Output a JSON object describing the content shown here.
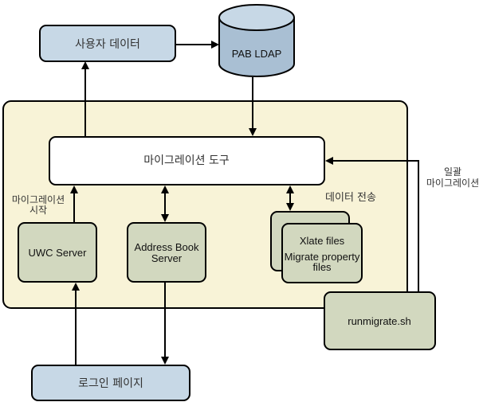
{
  "diagram": {
    "nodes": {
      "user_data": {
        "label": "사용자 데이터"
      },
      "pab_ldap": {
        "label": "PAB LDAP"
      },
      "migration_tool": {
        "label": "마이그레이션 도구"
      },
      "uwc_server": {
        "label": "UWC Server"
      },
      "address_book_server": {
        "line1": "Address Book",
        "line2": "Server"
      },
      "files": {
        "line1": "Xlate files",
        "line2": "Migrate property",
        "line3": "files"
      },
      "runmigrate": {
        "label": "runmigrate.sh"
      },
      "login_page": {
        "label": "로그인 페이지"
      }
    },
    "edge_labels": {
      "start_migration": {
        "line1": "마이그레이션",
        "line2": "시작"
      },
      "data_transfer": {
        "label": "데이터 전송"
      },
      "bulk_migration": {
        "line1": "일괄",
        "line2": "마이그레이션"
      }
    },
    "colors": {
      "container_fill": "#f8f3d7",
      "blue_fill": "#c7d8e6",
      "cylinder_fill": "#a9bfd3",
      "cylinder_top": "#c7d8e6",
      "green_fill": "#d2d8bf",
      "stroke": "#000000"
    }
  }
}
